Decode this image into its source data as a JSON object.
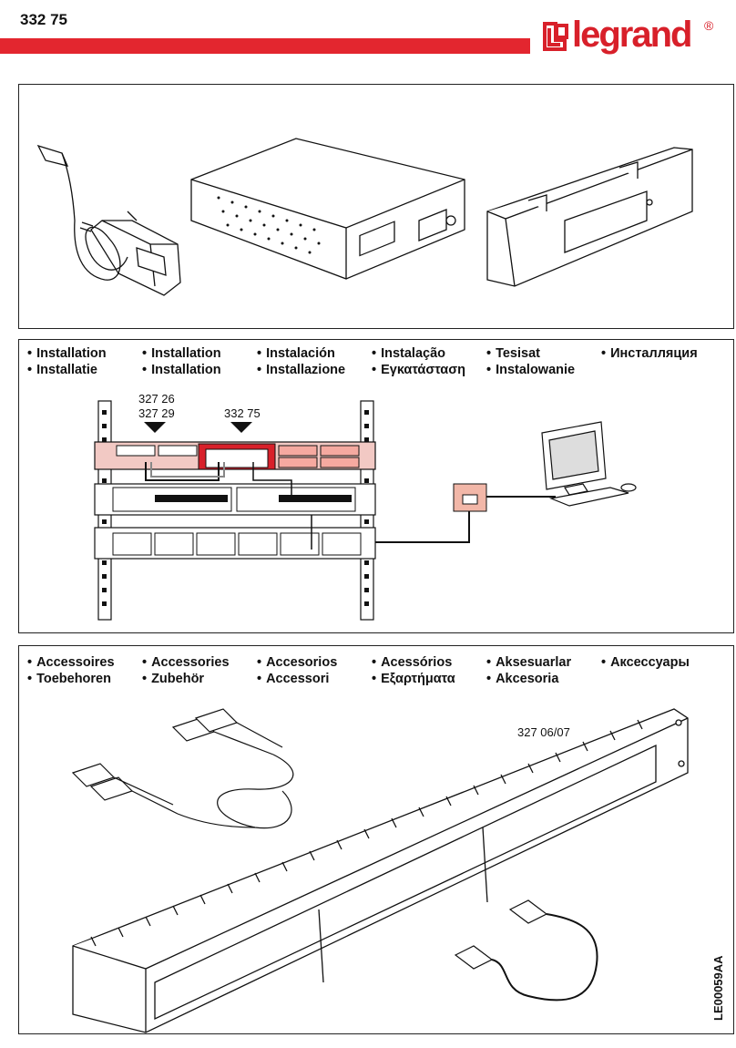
{
  "header": {
    "doc_id": "332 75",
    "brand": "legrand",
    "registered": "®",
    "colors": {
      "brand_red": "#e3262f",
      "ink": "#111111"
    }
  },
  "installation": {
    "titles": [
      [
        "Installation",
        "Installatie"
      ],
      [
        "Installation",
        "Installation"
      ],
      [
        "Instalación",
        "Installazione"
      ],
      [
        "Instalação",
        "Εγκατάσταση"
      ],
      [
        "Tesisat",
        "Instalowanie"
      ],
      [
        "Инсталляция"
      ]
    ],
    "refs": {
      "a1": "327 26",
      "a2": "327 29",
      "b": "332 75"
    }
  },
  "accessories": {
    "titles": [
      [
        "Accessoires",
        "Toebehoren"
      ],
      [
        "Accessories",
        "Zubehör"
      ],
      [
        "Accesorios",
        "Accessori"
      ],
      [
        "Acessórios",
        "Εξαρτήματα"
      ],
      [
        "Aksesuarlar",
        "Akcesoria"
      ],
      [
        "Аксессуары"
      ]
    ],
    "ref": "327 06/07"
  },
  "footer": {
    "doc_code": "LE00059AA"
  },
  "icons": [
    "legrand-logo-icon",
    "power-adapter-icon",
    "media-converter-icon",
    "mounting-bracket-icon",
    "rack-icon",
    "computer-icon",
    "wall-socket-icon",
    "fiber-patch-cord-icon",
    "cable-management-panel-icon",
    "rj45-patch-cord-icon"
  ]
}
